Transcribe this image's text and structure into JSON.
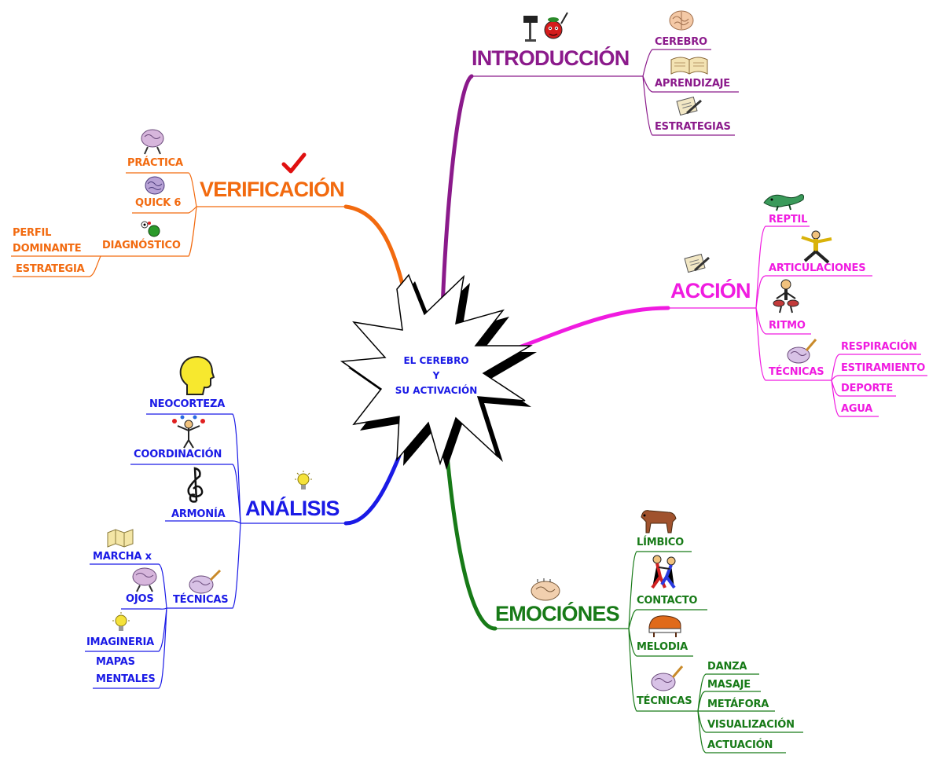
{
  "center": {
    "line1": "EL CEREBRO",
    "line2": "Y",
    "line3": "SU ACTIVACIÓN"
  },
  "colors": {
    "introduccion": "#8B1A8B",
    "verificacion": "#F26A0F",
    "accion": "#F01BE0",
    "analisis": "#1A1AE6",
    "emociones": "#177A17"
  },
  "branches": {
    "introduccion": {
      "title": "INTRODUCCIÓN",
      "icon": "teacher-at-lectern-icon",
      "items": [
        {
          "label": "CEREBRO",
          "icon": "brain-icon"
        },
        {
          "label": "APRENDIZAJE",
          "icon": "open-book-icon"
        },
        {
          "label": "ESTRATEGIAS",
          "icon": "notepad-pencil-icon"
        }
      ]
    },
    "verificacion": {
      "title": "VERIFICACIÓN",
      "icon": "checkmark-icon",
      "items": [
        {
          "label": "PRÁCTICA",
          "icon": "brain-character-icon"
        },
        {
          "label": "QUICK 6",
          "icon": "brain-icon"
        },
        {
          "label": "DIAGNÓSTICO",
          "icon": "diagnosis-icon"
        }
      ],
      "sub": [
        "PERFIL",
        "DOMINANTE",
        "ESTRATEGIA"
      ]
    },
    "accion": {
      "title": "ACCIÓN",
      "icon": "notepad-pencil-icon",
      "items": [
        {
          "label": "REPTIL",
          "icon": "lizard-icon"
        },
        {
          "label": "ARTICULACIONES",
          "icon": "kung-fu-figure-icon"
        },
        {
          "label": "RITMO",
          "icon": "drummer-icon"
        },
        {
          "label": "TÉCNICAS",
          "icon": "brain-pencil-icon"
        }
      ],
      "tecnicas": [
        "RESPIRACIÓN",
        "ESTIRAMIENTO",
        "DEPORTE",
        "AGUA"
      ]
    },
    "analisis": {
      "title": "ANÁLISIS",
      "icon": "lightbulb-icon",
      "items": [
        {
          "label": "NEOCORTEZA",
          "icon": "head-silhouette-icon"
        },
        {
          "label": "COORDINACIÓN",
          "icon": "juggler-icon"
        },
        {
          "label": "ARMONÍA",
          "icon": "treble-clef-icon"
        },
        {
          "label": "TÉCNICAS",
          "icon": "brain-pencil-icon"
        }
      ],
      "tecnicas": [
        {
          "label": "MARCHA x",
          "icon": "map-icon"
        },
        {
          "label": "OJOS",
          "icon": "brain-character-icon"
        },
        {
          "label": "IMAGINERIA",
          "icon": "lightbulb-icon"
        },
        {
          "label": "MAPAS",
          "icon": ""
        },
        {
          "label": "MENTALES",
          "icon": ""
        }
      ]
    },
    "emociones": {
      "title": "EMOCIÓNES",
      "icon": "brain-face-icon",
      "items": [
        {
          "label": "LÍMBICO",
          "icon": "dog-icon"
        },
        {
          "label": "CONTACTO",
          "icon": "wrestlers-icon"
        },
        {
          "label": "MELODIA",
          "icon": "piano-icon"
        },
        {
          "label": "TÉCNICAS",
          "icon": "brain-pencil-icon"
        }
      ],
      "tecnicas": [
        "DANZA",
        "MASAJE",
        "METÁFORA",
        "VISUALIZACIÓN",
        "ACTUACIÓN"
      ]
    }
  }
}
